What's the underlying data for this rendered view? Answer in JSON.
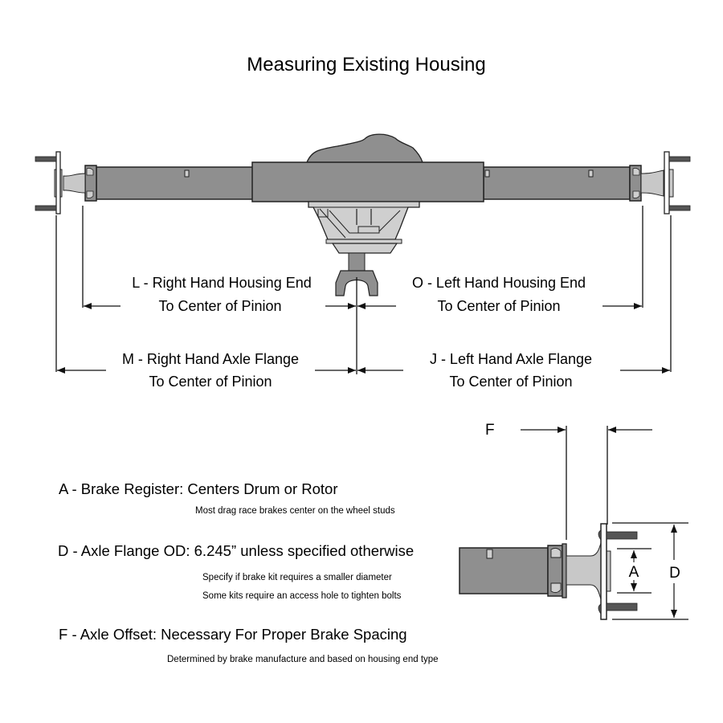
{
  "title": "Measuring Existing Housing",
  "colors": {
    "tube": "#8f8f8f",
    "flange_light": "#c8c8c8",
    "housing_light": "#cfcfcf",
    "stud": "#555555",
    "line": "#111111"
  },
  "dimensions": {
    "L": {
      "line1": "L - Right Hand Housing End",
      "line2": "To Center of Pinion"
    },
    "O": {
      "line1": "O - Left Hand Housing End",
      "line2": "To Center of Pinion"
    },
    "M": {
      "line1": "M - Right Hand Axle Flange",
      "line2": "To Center of Pinion"
    },
    "J": {
      "line1": "J - Left Hand Axle Flange",
      "line2": "To Center of Pinion"
    }
  },
  "notes": [
    {
      "heading": "A - Brake Register: Centers Drum or Rotor",
      "details": [
        "Most drag race brakes center on the wheel studs"
      ]
    },
    {
      "heading": "D - Axle Flange OD: 6.245” unless specified otherwise",
      "details": [
        "Specify if brake kit requires a smaller diameter",
        "Some kits require an access hole to tighten bolts"
      ]
    },
    {
      "heading": "F - Axle Offset: Necessary For Proper Brake Spacing",
      "details": [
        "Determined by brake manufacture and based on housing end type"
      ]
    }
  ],
  "detail_labels": {
    "F": "F",
    "A": "A",
    "D": "D"
  }
}
